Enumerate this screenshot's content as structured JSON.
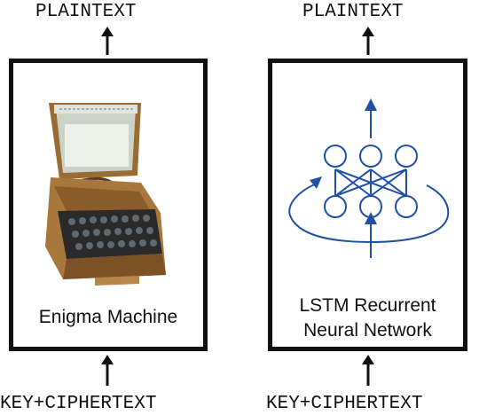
{
  "left": {
    "output_label": "PLAINTEXT",
    "input_label": "KEY+CIPHERTEXT",
    "caption": "Enigma Machine",
    "image_icon": "enigma-machine-photo"
  },
  "right": {
    "output_label": "PLAINTEXT",
    "input_label": "KEY+CIPHERTEXT",
    "caption_line1": "LSTM Recurrent",
    "caption_line2": "Neural Network",
    "diagram_icon": "recurrent-network-icon"
  },
  "colors": {
    "line": "#111111",
    "network": "#1f4fa6"
  }
}
